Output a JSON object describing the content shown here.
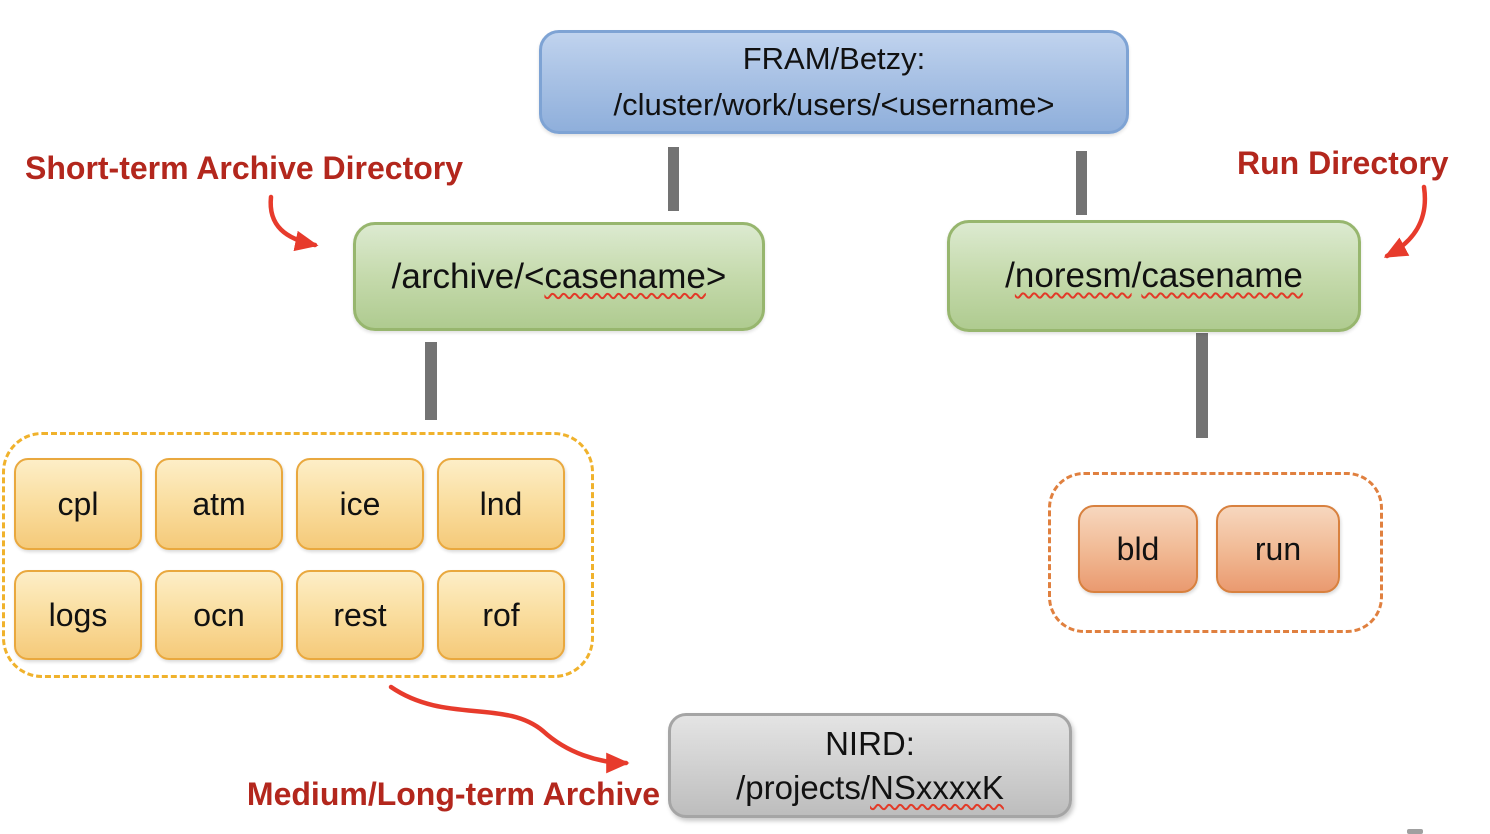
{
  "nodes": {
    "fram": {
      "line1": "FRAM/Betzy:",
      "line2": "/cluster/work/users/<username>"
    },
    "archive": {
      "prefix": "/archive/<",
      "underlined": "casename",
      "suffix": ">"
    },
    "noresm": {
      "prefix": "/",
      "underlined1": "noresm",
      "mid": "/",
      "underlined2": "casename"
    },
    "nird": {
      "line1": "NIRD:",
      "line2_prefix": "/projects/",
      "line2_underlined": "NSxxxxK"
    }
  },
  "labels": {
    "short_term": "Short-term Archive Directory",
    "run_dir": "Run Directory",
    "medium_long": "Medium/Long-term Archive"
  },
  "archive_group": {
    "folders": [
      "cpl",
      "atm",
      "ice",
      "lnd",
      "logs",
      "ocn",
      "rest",
      "rof"
    ]
  },
  "run_group": {
    "folders": [
      "bld",
      "run"
    ]
  },
  "colors": {
    "node_blue_border": "#7ea3d4",
    "node_green_border": "#97b66e",
    "folder_yellow_border": "#e9a83e",
    "folder_salmon_border": "#d8813f",
    "node_gray_border": "#a5a5a5",
    "dashed_yellow": "#f0b22c",
    "dashed_orange": "#e0803f",
    "label_red": "#b3271d",
    "arrow_red": "#e73b2c",
    "connector_gray": "#737373"
  }
}
